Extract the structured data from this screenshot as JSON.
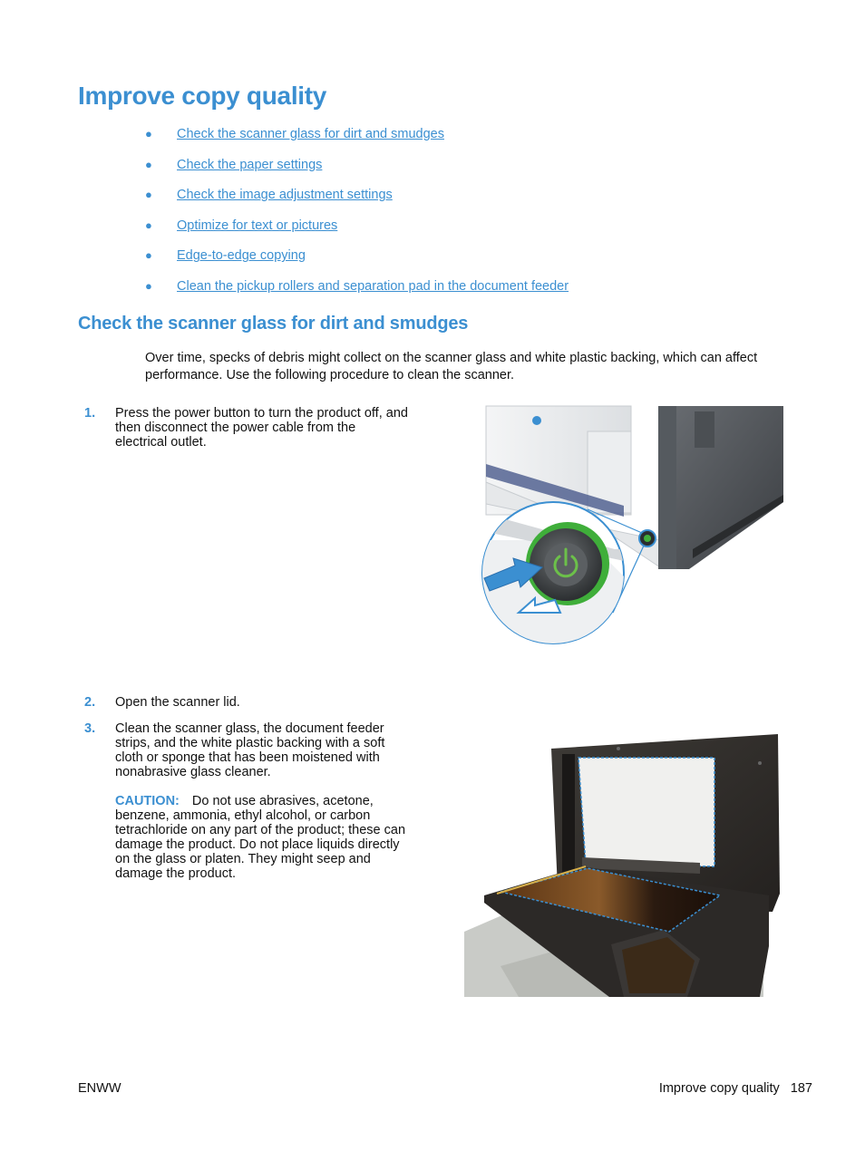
{
  "page": {
    "title": "Improve copy quality",
    "toc": [
      "Check the scanner glass for dirt and smudges",
      "Check the paper settings",
      "Check the image adjustment settings",
      "Optimize for text or pictures",
      "Edge-to-edge copying",
      "Clean the pickup rollers and separation pad in the document feeder"
    ]
  },
  "section": {
    "heading": "Check the scanner glass for dirt and smudges",
    "intro": "Over time, specks of debris might collect on the scanner glass and white plastic backing, which can affect performance. Use the following procedure to clean the scanner."
  },
  "steps": [
    {
      "num": "1.",
      "text": "Press the power button to turn the product off, and then disconnect the power cable from the electrical outlet."
    },
    {
      "num": "2.",
      "text": "Open the scanner lid."
    },
    {
      "num": "3.",
      "text": "Clean the scanner glass, the document feeder strips, and the white plastic backing with a soft cloth or sponge that has been moistened with nonabrasive glass cleaner."
    }
  ],
  "caution": {
    "label": "CAUTION:",
    "text": "Do not use abrasives, acetone, benzene, ammonia, ethyl alcohol, or carbon tetrachloride on any part of the product; these can damage the product. Do not place liquids directly on the glass or platen. They might seep and damage the product."
  },
  "footer": {
    "left": "ENWW",
    "right": "Improve copy quality",
    "page_number": "187"
  },
  "colors": {
    "accent": "#3b8fd1",
    "power_green": "#3fae3a"
  }
}
